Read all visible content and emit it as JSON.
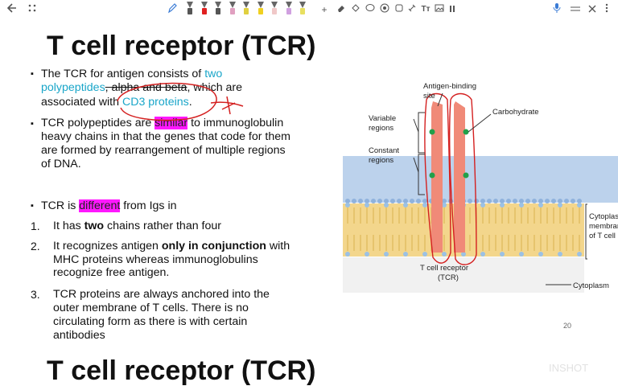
{
  "toolbar": {
    "back_icon": "arrow-left-icon",
    "grid_icon": "grid-icon",
    "pen_colors": [
      "#555555",
      "#e02020",
      "#555555",
      "#e0a0c0",
      "#e0d040",
      "#f0d020",
      "#f0c8c8",
      "#d0a0e0",
      "#e8e060"
    ],
    "close_icon": "close-icon"
  },
  "slide": {
    "title": "T cell receptor (TCR)",
    "para1": {
      "line1_a": "The TCR for antigen consists of ",
      "line1_b": "two",
      "line2_a": "polypeptides",
      "line2_b": ", alpha and beta",
      "line2_c": ", which are",
      "line3_a": "associated with ",
      "line3_b": "CD3 proteins",
      "line3_c": "."
    },
    "para2": {
      "line1_a": "TCR polypeptides are ",
      "line1_b": "similar",
      "line1_c": " to immunoglobulin",
      "line2": "heavy chains in that the genes that code for them",
      "line3": "are formed by rearrangement of multiple regions",
      "line4": "of DNA."
    },
    "para3": {
      "a": "TCR is ",
      "b": "different",
      "c": " from Igs in"
    },
    "items": [
      {
        "num": "1.",
        "a": "It has ",
        "b": "two",
        "c": " chains rather than four"
      },
      {
        "num": "2.",
        "a": "It recognizes antigen ",
        "b": "only in conjunction",
        "c": " with",
        "l2": "MHC proteins whereas immunoglobulins",
        "l3": "recognize free antigen."
      },
      {
        "num": "3.",
        "l1": "TCR proteins are always anchored into the",
        "l2": "outer membrane of T cells. There is no",
        "l3": "circulating form as there is with certain",
        "l4": "antibodies"
      }
    ],
    "figure": {
      "antigen_binding_1": "Antigen-binding",
      "antigen_binding_2": "site",
      "variable_1": "Variable",
      "variable_2": "regions",
      "constant_1": "Constant",
      "constant_2": "regions",
      "carbohydrate": "Carbohydrate",
      "cyto_mem_1": "Cytoplasm",
      "cyto_mem_2": "membran",
      "cyto_mem_3": "of T cell",
      "tcr_1": "T cell receptor",
      "tcr_2": "(TCR)",
      "cytoplasm": "Cytoplasm"
    },
    "slide_number": "20"
  },
  "next_slide": {
    "title": "T cell receptor (TCR)",
    "watermark": "INSHOT"
  }
}
